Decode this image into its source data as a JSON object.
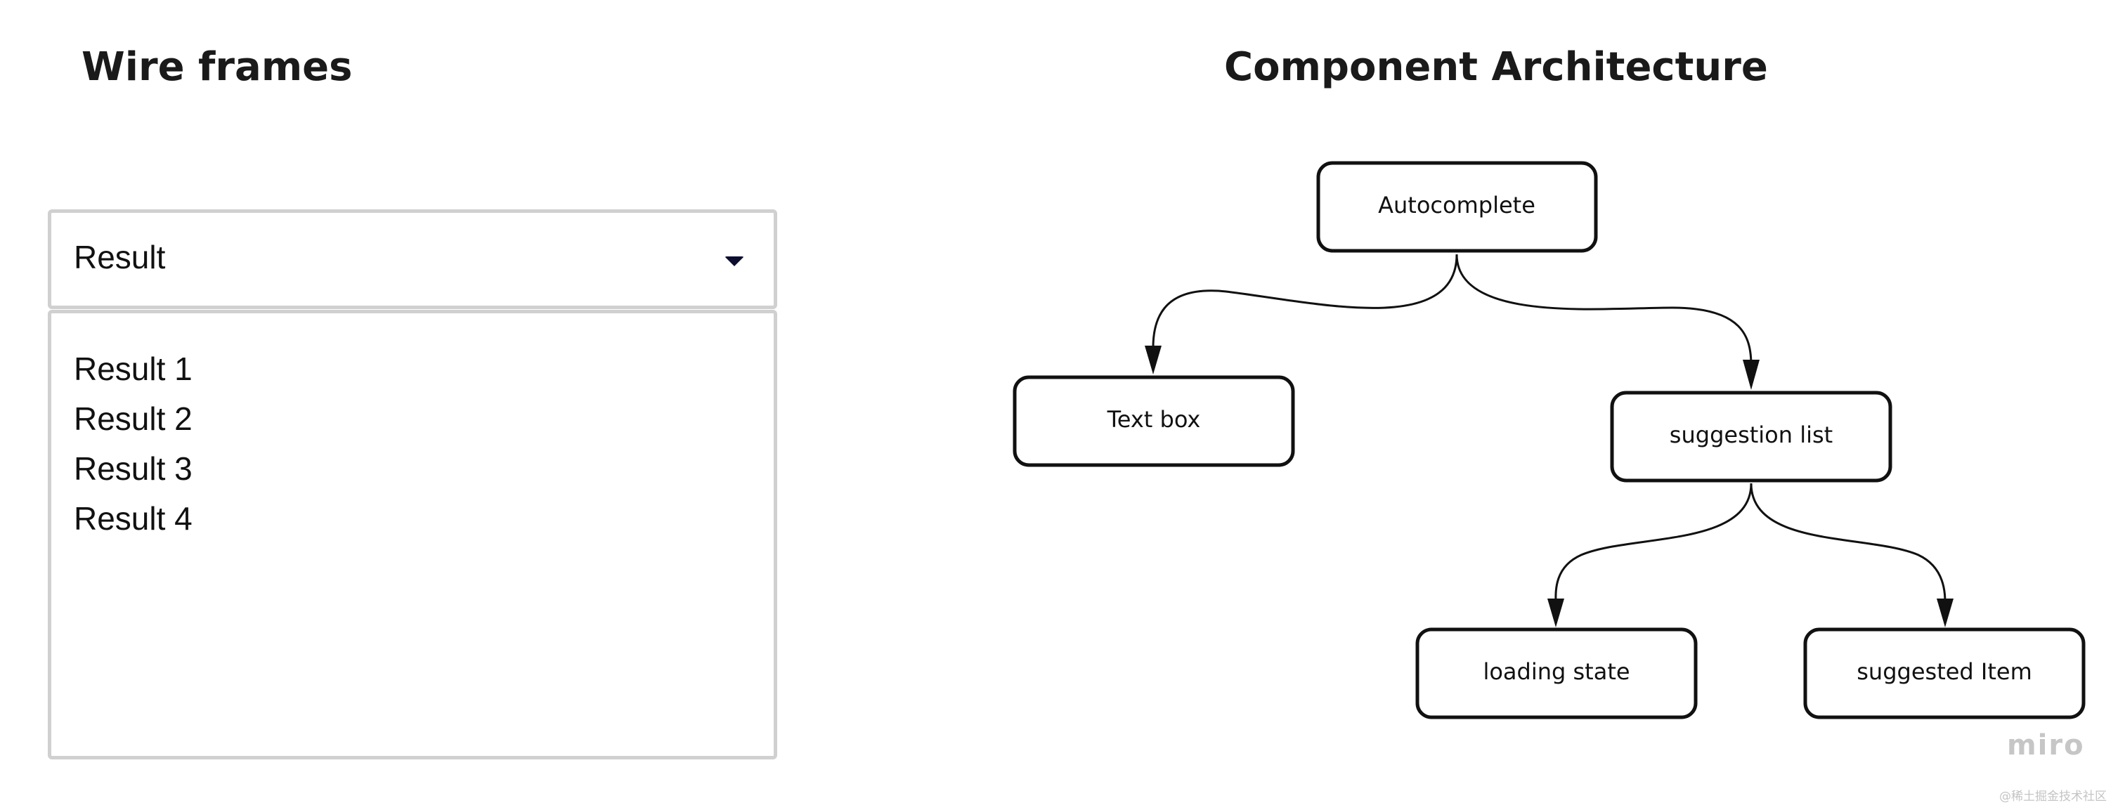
{
  "wireframes": {
    "title": "Wire frames",
    "select": {
      "value": "Result",
      "caret_icon": "caret-down-icon",
      "caret_color": "#0d0d30"
    },
    "results": [
      "Result 1",
      "Result 2",
      "Result 3",
      "Result 4"
    ]
  },
  "architecture": {
    "title": "Component Architecture",
    "nodes": [
      {
        "id": "autocomplete",
        "label": "Autocomplete"
      },
      {
        "id": "text-box",
        "label": "Text box"
      },
      {
        "id": "suggestion-list",
        "label": "suggestion list"
      },
      {
        "id": "loading-state",
        "label": "loading state"
      },
      {
        "id": "suggested-item",
        "label": "suggested Item"
      }
    ],
    "edges": [
      {
        "from": "autocomplete",
        "to": "text-box"
      },
      {
        "from": "autocomplete",
        "to": "suggestion-list"
      },
      {
        "from": "suggestion-list",
        "to": "loading-state"
      },
      {
        "from": "suggestion-list",
        "to": "suggested-item"
      }
    ]
  },
  "watermark": {
    "logo": "miro",
    "credit": "@稀土掘金技术社区"
  }
}
